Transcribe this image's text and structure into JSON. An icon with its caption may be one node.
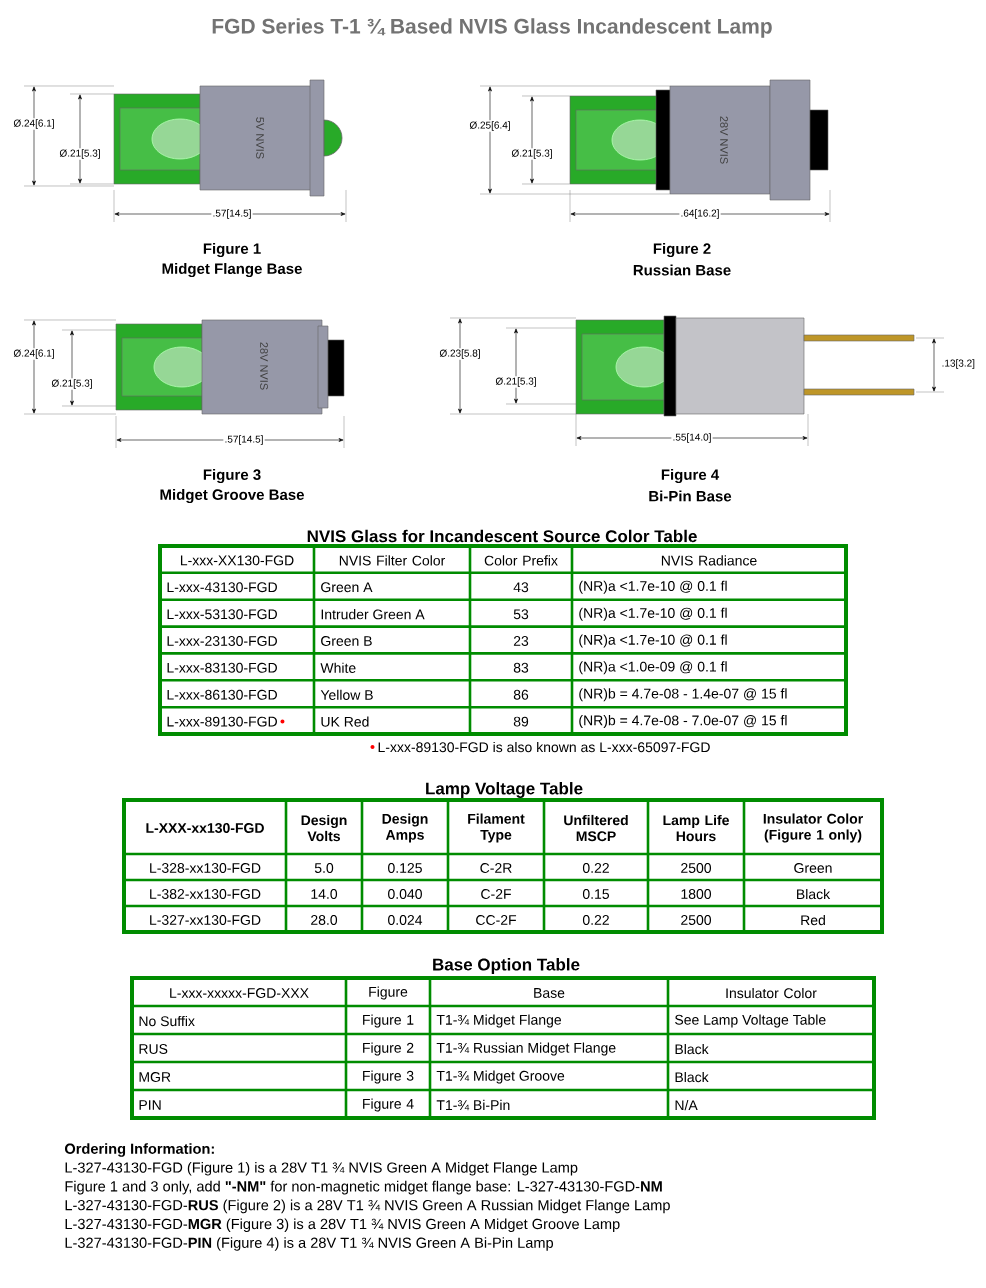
{
  "diagram": {
    "title": "FGD Series T-1 ¾ Based NVIS Glass Incandescent Lamp",
    "labels": [
      "Ø.24[6.1]",
      "Ø.21[5.3]",
      "5V NVIS",
      ".57[14.5]",
      "Ø.25[6.4]",
      "Ø.21[5.3]",
      "28V NVIS",
      ".64[16.2]",
      "Figure 1",
      "Midget Flange Base",
      "Figure 2",
      "Russian Base",
      "Ø.24[6.1]",
      "Ø.21[5.3]",
      "28V NVIS",
      ".57[14.5]",
      "Ø.23[5.8]",
      "Ø.21[5.3]",
      ".13[3.2]",
      ".55[14.0]",
      "Figure 3",
      "Midget Groove Base",
      "Figure 4",
      "Bi-Pin Base",
      "NVIS Glass for Incandescent Source Color Table",
      "L-xxx-XX130-FGD",
      "NVIS Filter Color",
      "Color Prefix",
      "NVIS Radiance",
      "L-xxx-43130-FGD",
      "Green A",
      "43",
      "(NR)a <1.7e-10 @ 0.1 fl",
      "L-xxx-53130-FGD",
      "Intruder Green A",
      "53",
      "(NR)a <1.7e-10 @ 0.1 fl",
      "L-xxx-23130-FGD",
      "Green B",
      "23",
      "(NR)a <1.7e-10 @ 0.1 fl",
      "L-xxx-83130-FGD",
      "White",
      "83",
      "(NR)a <1.0e-09 @ 0.1 fl",
      "L-xxx-86130-FGD",
      "Yellow B",
      "86",
      "(NR)b = 4.7e-08 - 1.4e-07 @ 15 fl",
      "L-xxx-89130-FGD",
      "UK Red",
      "89",
      "(NR)b = 4.7e-08 - 7.0e-07 @ 15 fl",
      "L-xxx-89130-FGD is also known as L-xxx-65097-FGD",
      "Lamp Voltage Table",
      "L-XXX-xx130-FGD",
      "Design Volts",
      "Design Amps",
      "Filament Type",
      "Unfiltered MSCP",
      "Lamp Life Hours",
      "Insulator Color (Figure 1 only)",
      "L-328-xx130-FGD",
      "5.0",
      "0.125",
      "C-2R",
      "0.22",
      "2500",
      "Green",
      "L-382-xx130-FGD",
      "14.0",
      "0.040",
      "C-2F",
      "0.15",
      "1800",
      "Black",
      "L-327-xx130-FGD",
      "28.0",
      "0.024",
      "CC-2F",
      "0.22",
      "2500",
      "Red",
      "Base Option Table",
      "L-xxx-xxxxx-FGD-XXX",
      "Figure",
      "Base",
      "Insulator Color",
      "No Suffix",
      "Figure 1",
      "T1-¾ Midget Flange",
      "See Lamp Voltage Table",
      "RUS",
      "Figure 2",
      "T1-¾ Russian Midget Flange",
      "Black",
      "MGR",
      "Figure 3",
      "T1-¾ Midget Groove",
      "Black",
      "PIN",
      "Figure 4",
      "T1-¾ Bi-Pin",
      "N/A",
      "Ordering Information:",
      "L-327-43130-FGD (Figure 1) is a 28V T1 ¾ NVIS Green A Midget Flange Lamp",
      "Figure 1 and 3 only, add **\"-NM\"** for non-magnetic midget flange base: L-327-43130-FGD-**NM**",
      "L-327-43130-FGD-**RUS** (Figure 2) is a 28V T1 ¾ NVIS Green A Russian Midget Flange Lamp",
      "L-327-43130-FGD-**MGR** (Figure 3) is a 28V T1 ¾ NVIS Green A Midget Groove Lamp",
      "L-327-43130-FGD-**PIN** (Figure 4) is a 28V T1 ¾ NVIS Green A Bi-Pin Lamp"
    ]
  }
}
